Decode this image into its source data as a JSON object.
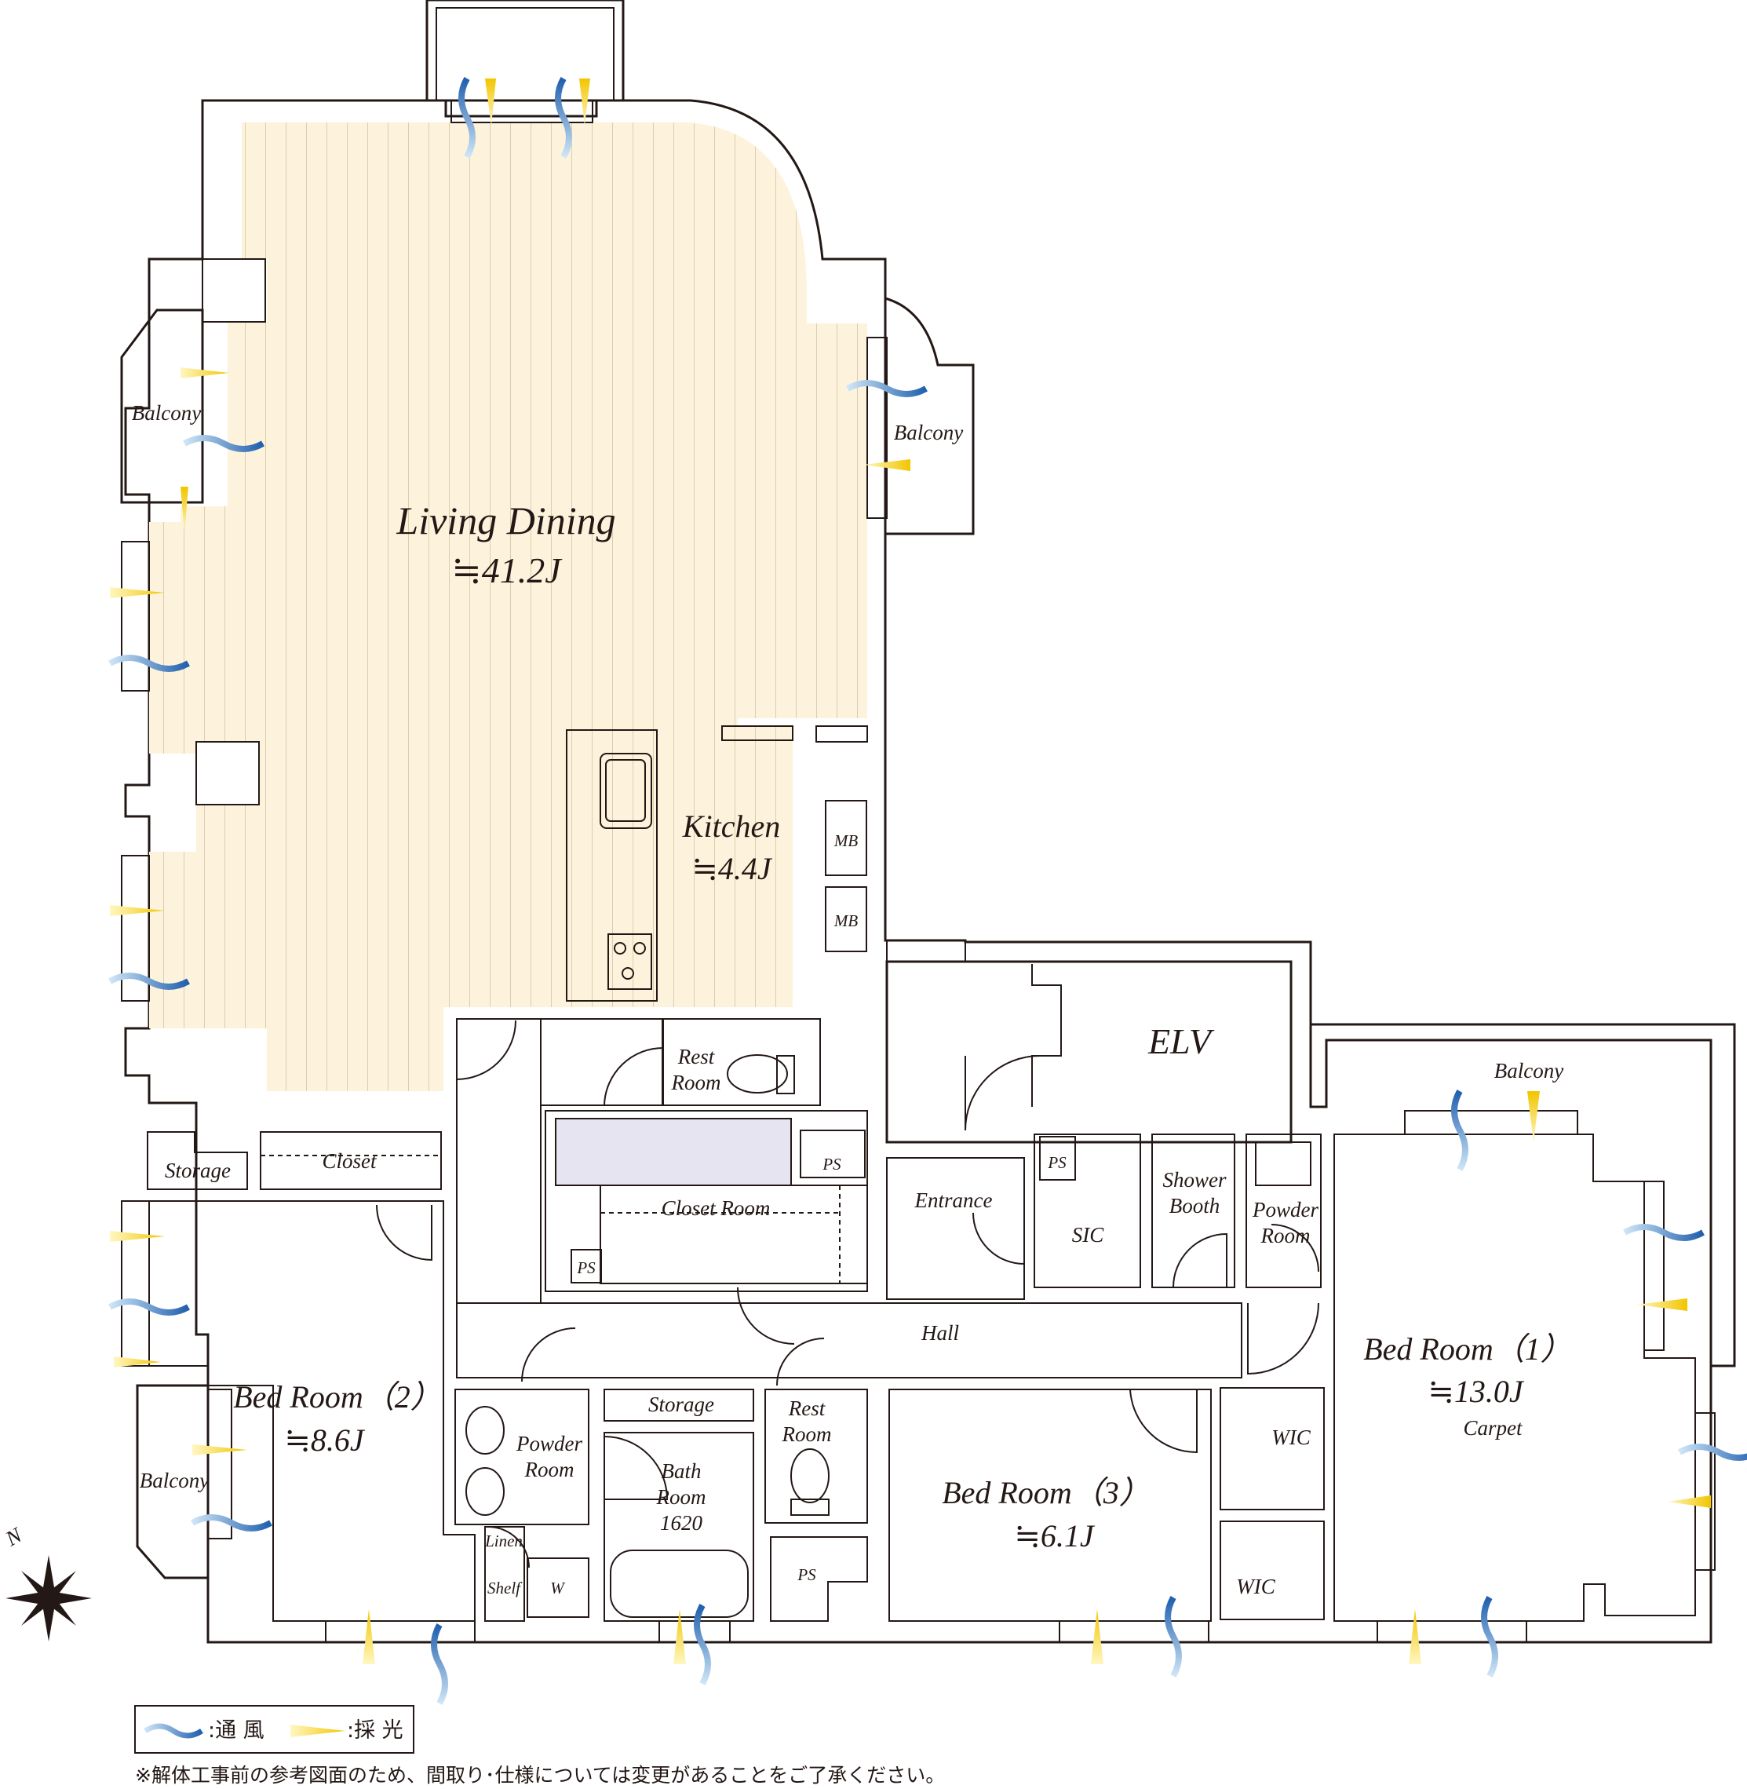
{
  "rooms": {
    "living_dining": {
      "name": "Living Dining",
      "area": "≒41.2J"
    },
    "kitchen": {
      "name": "Kitchen",
      "area": "≒4.4J"
    },
    "bed1": {
      "name": "Bed Room（1）",
      "area": "≒13.0J",
      "note": "Carpet"
    },
    "bed2": {
      "name": "Bed Room（2）",
      "area": "≒8.6J"
    },
    "bed3": {
      "name": "Bed Room（3）",
      "area": "≒6.1J"
    },
    "elv": "ELV",
    "entrance": "Entrance",
    "hall": "Hall",
    "closet_room": "Closet Room",
    "closet": "Closet",
    "storage_left": "Storage",
    "storage_center": "Storage",
    "sic": "SIC",
    "wic_upper": "WIC",
    "wic_lower": "WIC",
    "shower_booth": [
      "Shower",
      "Booth"
    ],
    "powder_room_right": [
      "Powder",
      "Room"
    ],
    "powder_room_left": [
      "Powder",
      "Room"
    ],
    "rest_room_upper": [
      "Rest",
      "Room"
    ],
    "rest_room_lower": [
      "Rest",
      "Room"
    ],
    "bath_room": [
      "Bath",
      "Room",
      "1620"
    ],
    "linen": "Linen",
    "shelf": "Shelf",
    "washer": "W",
    "mb_upper": "MB",
    "mb_lower": "MB",
    "ps_closet_top": "PS",
    "ps_closet_bottom": "PS",
    "ps_entrance": "PS",
    "ps_bottom": "PS",
    "balcony_left_top": "Balcony",
    "balcony_right_top": "Balcony",
    "balcony_right": "Balcony",
    "balcony_left_bottom": "Balcony"
  },
  "compass": "N",
  "legend": {
    "ventilation": ":通 風",
    "daylight": ":採 光"
  },
  "note": "※解体工事前の参考図面のため、間取り･仕様については変更があることをご了承ください。",
  "colors": {
    "living": "#fdf3dc",
    "bedroom_pink": "#fdece2",
    "storage_lavender": "#e7e4f2",
    "wet_blue": "#e3f1f8",
    "wall": "#231815",
    "vent_blue": "#2a6fb8",
    "light_yellow": "#f6d100"
  }
}
